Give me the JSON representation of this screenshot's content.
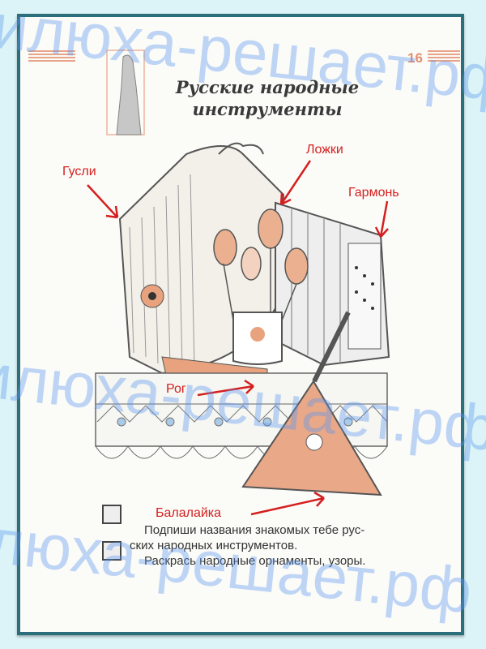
{
  "page": {
    "number": "16",
    "title_line1": "Русские народные",
    "title_line2": "инструменты"
  },
  "labels": {
    "gusli": "Гусли",
    "lozhki": "Ложки",
    "garmon": "Гармонь",
    "rog": "Рог",
    "balalaika": "Балалайка"
  },
  "instructions": {
    "line1": "Подпиши названия знакомых тебе рус-",
    "line2": "ских народных инструментов.",
    "line3": "Раскрась народные орнаменты, узоры."
  },
  "watermark": "илюха-решает.рф",
  "colors": {
    "label": "#d41f1f",
    "frame": "#2c6f7c",
    "accent": "#e58f6f"
  }
}
